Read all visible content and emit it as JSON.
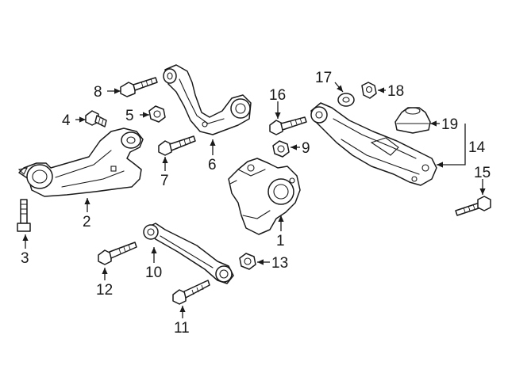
{
  "diagram": {
    "callouts": [
      {
        "id": "1",
        "label": "1"
      },
      {
        "id": "2",
        "label": "2"
      },
      {
        "id": "3",
        "label": "3"
      },
      {
        "id": "4",
        "label": "4"
      },
      {
        "id": "5",
        "label": "5"
      },
      {
        "id": "6",
        "label": "6"
      },
      {
        "id": "7",
        "label": "7"
      },
      {
        "id": "8",
        "label": "8"
      },
      {
        "id": "9",
        "label": "9"
      },
      {
        "id": "10",
        "label": "10"
      },
      {
        "id": "11",
        "label": "11"
      },
      {
        "id": "12",
        "label": "12"
      },
      {
        "id": "13",
        "label": "13"
      },
      {
        "id": "14",
        "label": "14"
      },
      {
        "id": "15",
        "label": "15"
      },
      {
        "id": "16",
        "label": "16"
      },
      {
        "id": "17",
        "label": "17"
      },
      {
        "id": "18",
        "label": "18"
      },
      {
        "id": "19",
        "label": "19"
      }
    ],
    "line_color": "#1a1a1a",
    "background": "#ffffff"
  }
}
